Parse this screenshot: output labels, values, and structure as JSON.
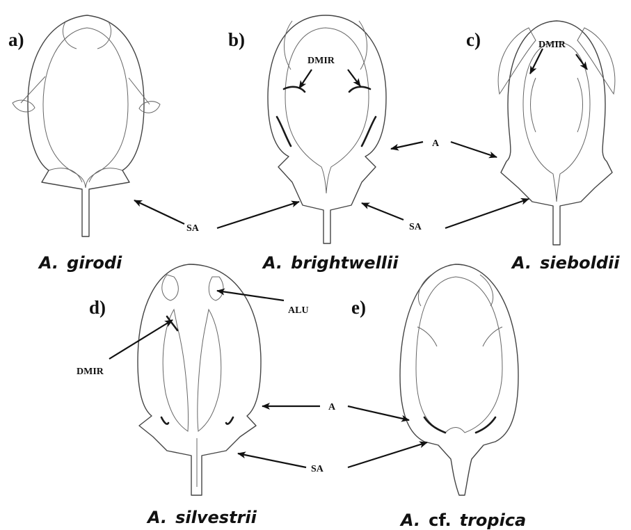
{
  "panels": [
    {
      "label": "a)",
      "genus": "A.",
      "epithet": "girodi",
      "prefix": ""
    },
    {
      "label": "b)",
      "genus": "A.",
      "epithet": "brightwellii",
      "prefix": ""
    },
    {
      "label": "c)",
      "genus": "A.",
      "epithet": "sieboldii",
      "prefix": ""
    },
    {
      "label": "d)",
      "genus": "A.",
      "epithet": "silvestrii",
      "prefix": ""
    },
    {
      "label": "e)",
      "genus": "A.",
      "epithet": "tropica",
      "prefix": "cf."
    }
  ],
  "annotations": {
    "dmir": "DMIR",
    "a": "A",
    "sa": "SA",
    "alu": "ALU"
  }
}
